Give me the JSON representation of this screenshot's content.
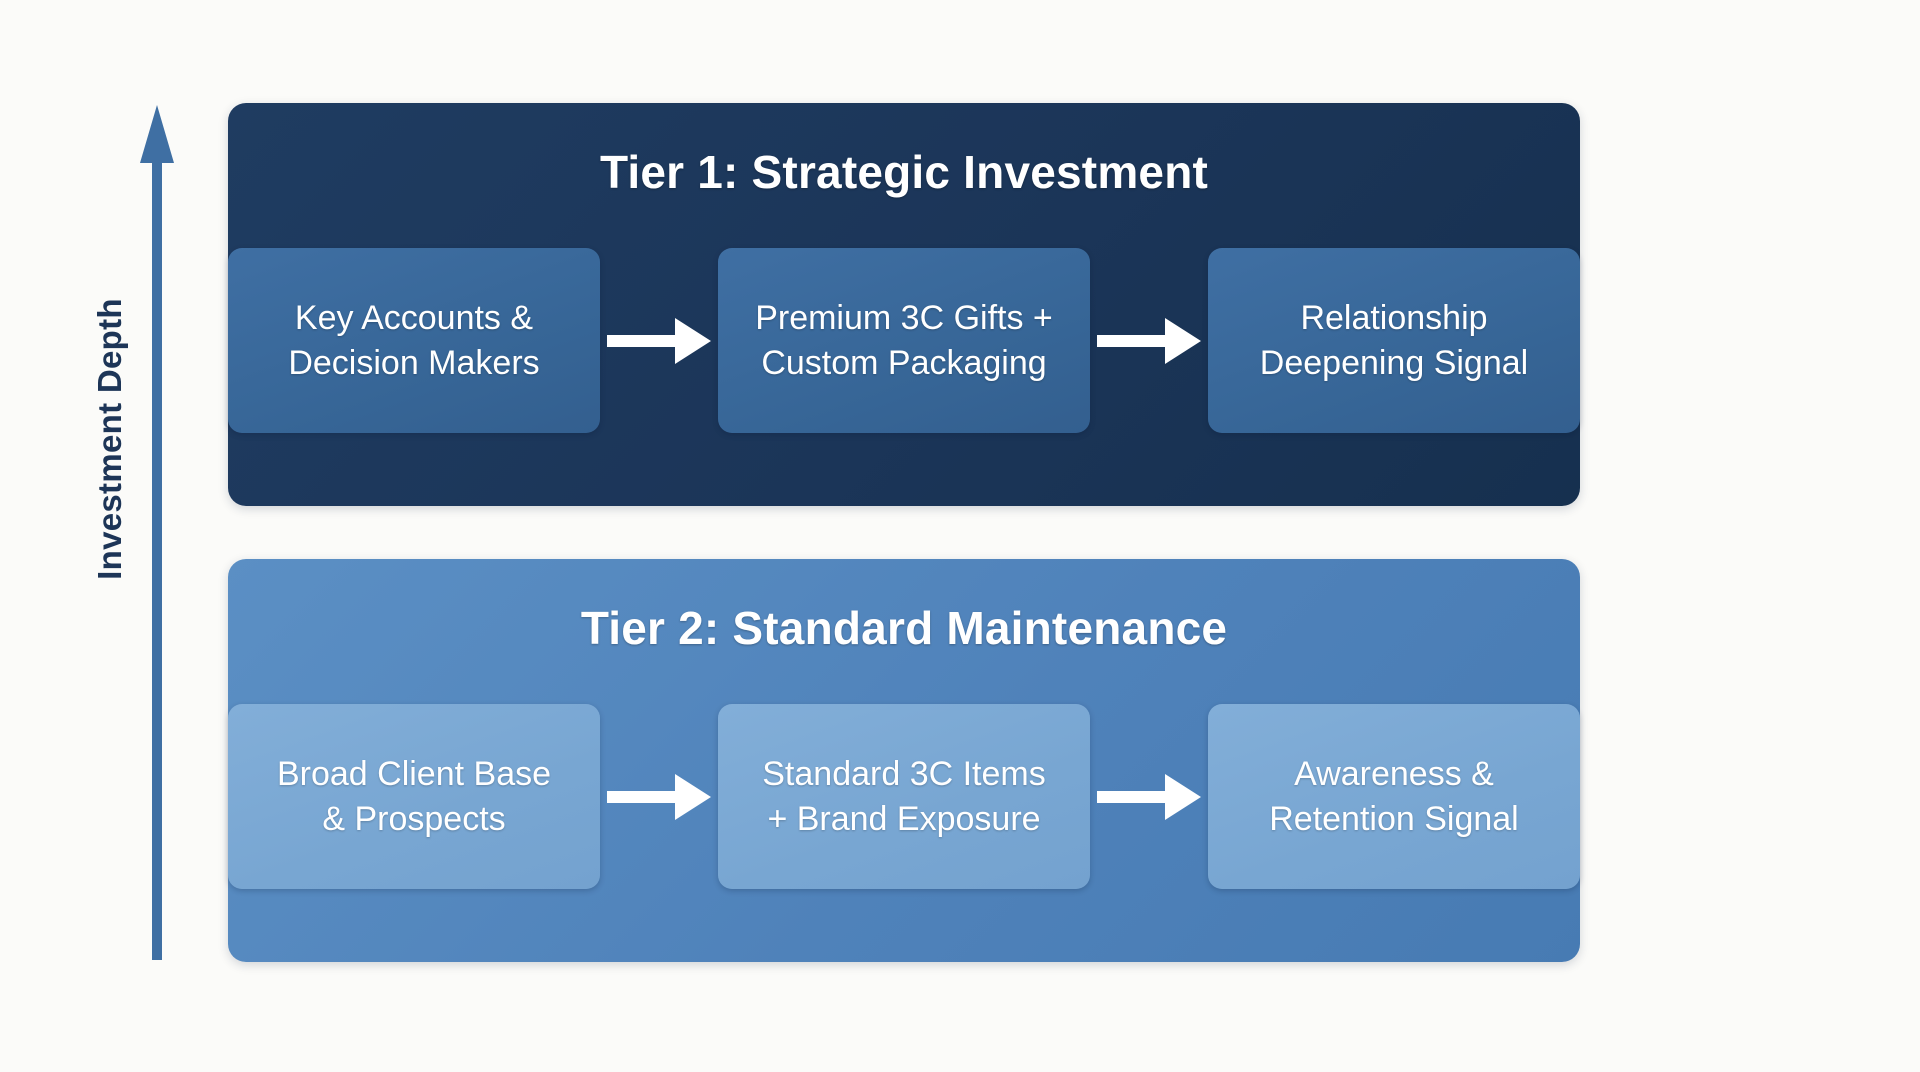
{
  "diagram": {
    "axis": {
      "label": "Investment Depth",
      "icon": "up-arrow-icon",
      "color": "#1d3557",
      "arrow_color": "#3f6fa3"
    },
    "arrow_icon": "right-arrow-icon",
    "tiers": [
      {
        "id": "tier-1",
        "title": "Tier 1: Strategic Investment",
        "panel_color": "#1b3558",
        "card_color": "#3f6fa3",
        "cards": [
          {
            "line1": "Key Accounts &",
            "line2": "Decision Makers"
          },
          {
            "line1": "Premium 3C Gifts +",
            "line2": "Custom Packaging"
          },
          {
            "line1": "Relationship",
            "line2": "Deepening Signal"
          }
        ]
      },
      {
        "id": "tier-2",
        "title": "Tier 2: Standard Maintenance",
        "panel_color": "#4f82ba",
        "card_color": "#78a6d2",
        "cards": [
          {
            "line1": "Broad Client Base",
            "line2": "& Prospects"
          },
          {
            "line1": "Standard 3C Items",
            "line2": "+ Brand Exposure"
          },
          {
            "line1": "Awareness &",
            "line2": "Retention Signal"
          }
        ]
      }
    ]
  }
}
